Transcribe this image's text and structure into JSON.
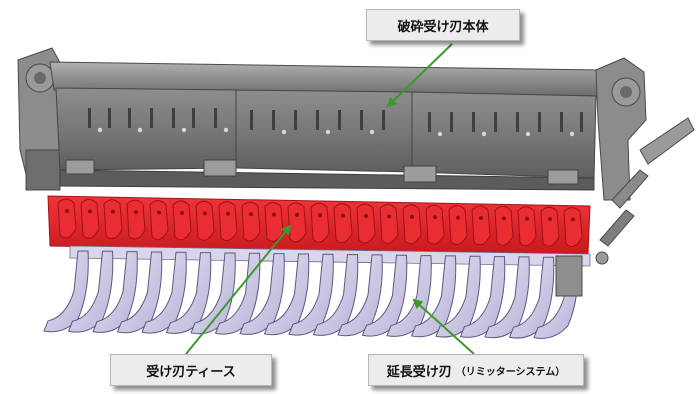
{
  "labels": {
    "blade_body": "破砕受け刃本体",
    "blade_teeth": "受け刃ティース",
    "extension_main": "延長受け刃",
    "extension_sub": "（リミッターシステム）"
  },
  "colors": {
    "body_gray": "#7a7a7a",
    "body_dark": "#5a5a5a",
    "teeth_red": "#e0262a",
    "teeth_dark": "#a51418",
    "extension_lavender": "#cfcbe6",
    "arrow_green": "#3c9a2c"
  }
}
